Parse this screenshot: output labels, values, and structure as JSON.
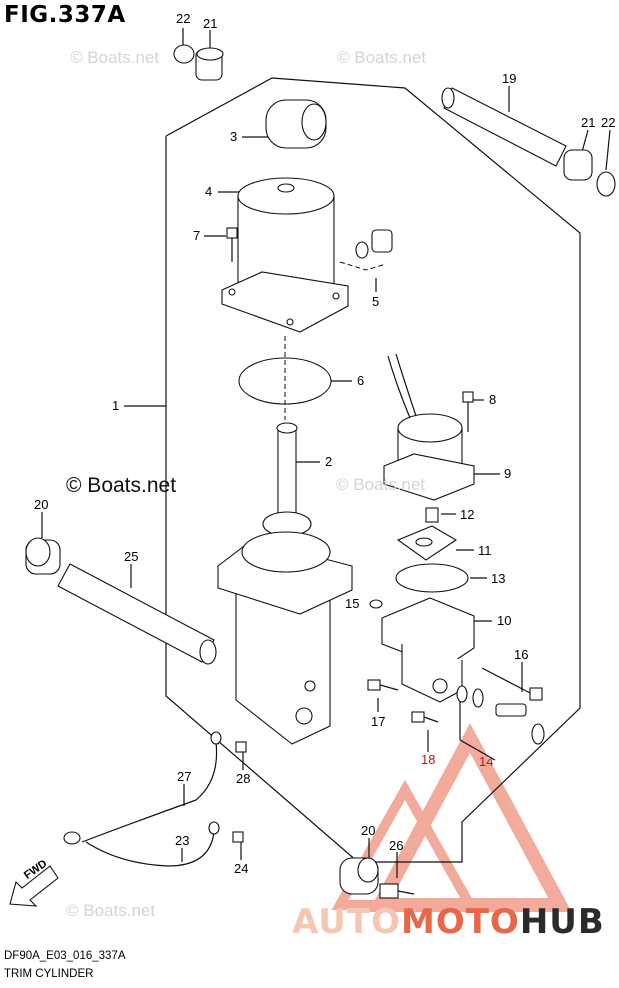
{
  "figure": {
    "title": "FIG.337A",
    "code": "DF90A_E03_016_337A",
    "caption": "TRIM CYLINDER"
  },
  "watermarks": {
    "boats_net": "© Boats.net",
    "brand_part1": "AUTO",
    "brand_part2": "MOTO",
    "brand_part3": "HUB",
    "fwd": "FWD"
  },
  "callouts": [
    {
      "id": "n22a",
      "text": "22"
    },
    {
      "id": "n21a",
      "text": "21"
    },
    {
      "id": "n19",
      "text": "19"
    },
    {
      "id": "n21b",
      "text": "21"
    },
    {
      "id": "n22b",
      "text": "22"
    },
    {
      "id": "n3",
      "text": "3"
    },
    {
      "id": "n4",
      "text": "4"
    },
    {
      "id": "n7",
      "text": "7"
    },
    {
      "id": "n5",
      "text": "5"
    },
    {
      "id": "n6",
      "text": "6"
    },
    {
      "id": "n1",
      "text": "1"
    },
    {
      "id": "n8",
      "text": "8"
    },
    {
      "id": "n2",
      "text": "2"
    },
    {
      "id": "n9",
      "text": "9"
    },
    {
      "id": "n20a",
      "text": "20"
    },
    {
      "id": "n12",
      "text": "12"
    },
    {
      "id": "n11",
      "text": "11"
    },
    {
      "id": "n25",
      "text": "25"
    },
    {
      "id": "n13",
      "text": "13"
    },
    {
      "id": "n15",
      "text": "15"
    },
    {
      "id": "n10",
      "text": "10"
    },
    {
      "id": "n16",
      "text": "16"
    },
    {
      "id": "n17",
      "text": "17"
    },
    {
      "id": "n18",
      "text": "18"
    },
    {
      "id": "n14",
      "text": "14"
    },
    {
      "id": "n27",
      "text": "27"
    },
    {
      "id": "n28",
      "text": "28"
    },
    {
      "id": "n23",
      "text": "23"
    },
    {
      "id": "n24",
      "text": "24"
    },
    {
      "id": "n20b",
      "text": "20"
    },
    {
      "id": "n26",
      "text": "26"
    }
  ],
  "colors": {
    "line": "#111111",
    "highlight": "#c0121b",
    "watermark": "#d4d4d4",
    "logo_triangle": "#e8664a"
  }
}
